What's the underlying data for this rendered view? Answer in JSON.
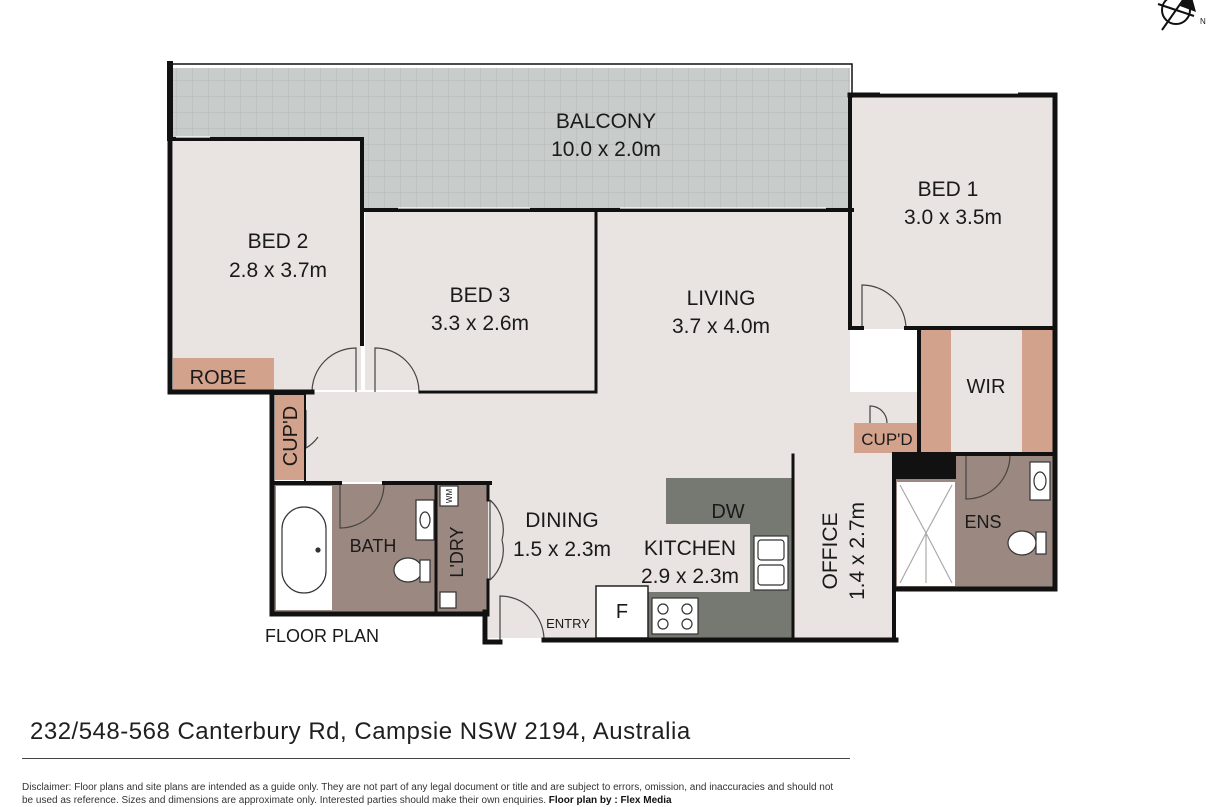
{
  "plan": {
    "title": "FLOOR PLAN",
    "compass": {
      "north_label": "N",
      "icon": "compass-north-icon"
    },
    "rooms": {
      "balcony": {
        "name": "BALCONY",
        "size": "10.0 x 2.0m"
      },
      "bed1": {
        "name": "BED 1",
        "size": "3.0 x 3.5m"
      },
      "bed2": {
        "name": "BED 2",
        "size": "2.8 x 3.7m"
      },
      "bed3": {
        "name": "BED 3",
        "size": "3.3 x 2.6m"
      },
      "living": {
        "name": "LIVING",
        "size": "3.7 x 4.0m"
      },
      "dining": {
        "name": "DINING",
        "size": "1.5 x 2.3m"
      },
      "kitchen": {
        "name": "KITCHEN",
        "size": "2.9 x 2.3m"
      },
      "office": {
        "name": "OFFICE",
        "size": "1.4 x 2.7m"
      }
    },
    "labels": {
      "robe": "ROBE",
      "cupd_left": "CUP'D",
      "cupd_right": "CUP'D",
      "wir": "WIR",
      "ens": "ENS",
      "bath": "BATH",
      "laundry": "L'DRY",
      "wm": "WM",
      "dw": "DW",
      "fridge": "F",
      "entry": "ENTRY"
    },
    "colors": {
      "floor": "#e9e4e1",
      "wet": "#9b8880",
      "joinery": "#d3a28c",
      "bench": "#767872",
      "balcony": "#c8ccca",
      "wall": "#111111"
    }
  },
  "footer": {
    "address": "232/548-568 Canterbury Rd, Campsie NSW 2194, Australia",
    "disclaimer": "Disclaimer: Floor plans and site plans are intended as a guide only. They are not part of any legal document or title and are subject to errors, omission, and inaccuracies and should not be used as reference. Sizes and dimensions are approximate only. Interested parties should make their own enquiries.",
    "credit_label": "Floor plan by : Flex Media"
  }
}
